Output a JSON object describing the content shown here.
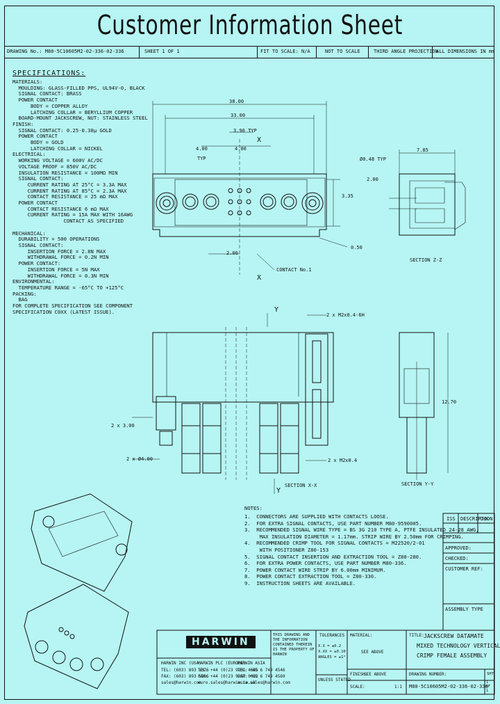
{
  "title": "Customer Information Sheet",
  "header": {
    "drawing_no": "DRAWING No.: M80-5C10605M2-02-336-02-336",
    "sheet": "SHEET 1 OF 1",
    "scale": "FIT TO SCALE: N/A",
    "not_to_scale": "NOT TO SCALE",
    "projection": "THIRD ANGLE PROJECTION",
    "units": "ALL DIMENSIONS IN mm"
  },
  "specifications": {
    "heading": "SPECIFICATIONS:",
    "lines": [
      "MATERIALS:",
      "  MOULDING: GLASS-FILLED PPS, UL94V-0, BLACK",
      "  SIGNAL CONTACT: BRASS",
      "  POWER CONTACT",
      "      BODY = COPPER ALLOY",
      "      LATCHING COLLAR = BERYLLIUM COPPER",
      "  BOARD-MOUNT JACKSCREW, NUT: STAINLESS STEEL",
      "FINISH:",
      "  SIGNAL CONTACT: 0.25-0.38µ GOLD",
      "  POWER CONTACT",
      "      BODY = GOLD",
      "      LATCHING COLLAR = NICKEL",
      "ELECTRICAL:",
      "  WORKING VOLTAGE = 600V AC/DC",
      "  VOLTAGE PROOF = 850V AC/DC",
      "  INSULATION RESISTANCE = 100MΩ MIN",
      "  SIGNAL CONTACT:",
      "     CURRENT RATING AT 25°C = 3.3A MAX",
      "     CURRENT RATING AT 85°C = 2.3A MAX",
      "     CONTACT RESISTANCE = 25 mΩ MAX",
      "  POWER CONTACT",
      "     CONTACT RESISTANCE 6 mΩ MAX",
      "     CURRENT RATING = 15A MAX WITH 16AWG",
      "                 CONTACT AS SPECIFIED",
      "",
      "MECHANICAL:",
      "  DURABILITY = 500 OPERATIONS",
      "  SIGNAL CONTACT:",
      "     INSERTION FORCE = 2.8N MAX",
      "     WITHDRAWAL FORCE = 0.2N MIN",
      "  POWER CONTACT:",
      "     INSERTION FORCE = 5N MAX",
      "     WITHDRAWAL FORCE = 0.3N MIN",
      "ENVIRONMENTAL:",
      "  TEMPERATURE RANGE = -65°C TO +125°C",
      "PACKING:",
      "  BAG",
      "FOR COMPLETE SPECIFICATION SEE COMPONENT",
      "SPECIFICATION C0XX (LATEST ISSUE)."
    ]
  },
  "dimensions": {
    "d1": "38.00",
    "d2": "33.00",
    "d3": "3.90 TYP",
    "d4": "4.00",
    "d4b": "TYP",
    "d5": "4.00",
    "d6": "3.35",
    "d7": "2.00",
    "d8": "0.50",
    "d9": "Ø0.48 TYP",
    "d10": "7.85",
    "d11": "2.00",
    "d12": "2 x 3.00",
    "d13": "2 x Ø4.00",
    "d14": "2 x M2x0.4-6H",
    "d15": "2 x M2x0.4",
    "d16": "12.70",
    "contact": "CONTACT No.1",
    "x": "X",
    "y": "Y",
    "section_xx": "SECTION X-X",
    "section_yy": "SECTION Y-Y",
    "section_zz": "SECTION Z-Z"
  },
  "notes": {
    "heading": "NOTES:",
    "lines": [
      "1.  CONNECTORS ARE SUPPLIED WITH CONTACTS LOOSE.",
      "2.  FOR EXTRA SIGNAL CONTACTS, USE PART NUMBER M80-9590005.",
      "3.  RECOMMENDED SIGNAL WIRE TYPE = BS 3G 210 TYPE A, PTFE INSULATED 24-28 AWG,",
      "     MAX INSULATION DIAMETER = 1.17mm. STRIP WIRE BY 2.50mm FOR CRIMPING.",
      "4.  RECOMMENDED CRIMP TOOL FOR SIGNAL CONTACTS = M22520/2-01",
      "     WITH POSITIONER Z80-153",
      "5.  SIGNAL CONTACT INSERTION AND EXTRACTION TOOL = Z80-280.",
      "6.  FOR EXTRA POWER CONTACTS, USE PART NUMBER M80-336.",
      "7.  POWER CONTACT WIRE STRIP BY 6.00mm MINIMUM.",
      "8.  POWER CONTACT EXTRACTION TOOL = Z80-330.",
      "9.  INSTRUCTION SHEETS ARE AVAILABLE."
    ]
  },
  "revision": {
    "headers": [
      "ISS",
      "DESCRIPTION",
      "CHK"
    ],
    "approved": "APPROVED:",
    "checked": "CHECKED:",
    "customer_ref": "CUSTOMER REF:",
    "assembly_type": "ASSEMBLY TYPE"
  },
  "titleblock": {
    "logo": "HARWIN",
    "harwin_usa": "HARWIN INC (USA)",
    "harwin_europe": "HARWIN PLC (EUROPE)",
    "harwin_asia": "HARWIN ASIA",
    "tel1": "TEL: (603) 893 5376",
    "fax1": "FAX: (603) 893 5396",
    "email1": "sales@harwin.com",
    "tel2": "TEL: +44 (0)23 9231 4545",
    "fax2": "FAX: +44 (0)23 9237 0032",
    "email2": "euro.sales@harwin.co.uk",
    "tel3": "TEL: +65 6 749 4546",
    "fax3": "FAX: +65 6 749 4569",
    "email3": "asia.sales@harwin.com",
    "disclaimer": "THIS DRAWING AND THE INFORMATION CONTAINED THEREIN IS THE PROPERTY OF HARWIN",
    "tolerances": "TOLERANCES",
    "tol_values": "X.X = ±0.2  X.XX = ±0.10  ANGLES = ±1°",
    "material": "MATERIAL:",
    "material_val": "SEE ABOVE",
    "finish": "FINISH:",
    "finish_val": "SEE ABOVE",
    "unless": "UNLESS STATED",
    "title_label": "TITLE:",
    "title_text": [
      "JACKSCREW DATAMATE",
      "MIXED TECHNOLOGY VERTICAL",
      "CRIMP FEMALE ASSEMBLY"
    ],
    "drawing_label": "DRAWING NUMBER:",
    "drawing_number": "M80-5C10605M2-02-336-02-336",
    "scale_label": "SCALE:",
    "scale_val": "1:1",
    "sheet_label": "SHT",
    "sheet_val": "1 OF 1"
  }
}
